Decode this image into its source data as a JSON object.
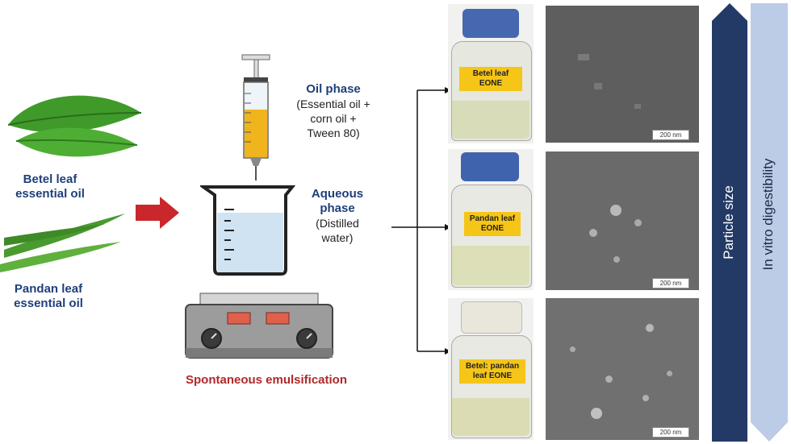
{
  "ingredients": {
    "betel": "Betel leaf\nessential oil",
    "pandan": "Pandan leaf\nessential oil"
  },
  "oil_phase": {
    "title": "Oil phase",
    "desc": "(Essential oil +\ncorn oil +\nTween 80)"
  },
  "aqueous_phase": {
    "title": "Aqueous\nphase",
    "desc": "(Distilled\nwater)"
  },
  "process_label": "Spontaneous emulsification",
  "samples": [
    {
      "jar_label": "Betel leaf\nEONE",
      "scale": "200 nm"
    },
    {
      "jar_label": "Pandan leaf\nEONE",
      "scale": "200 nm"
    },
    {
      "jar_label": "Betel: pandan\nleaf EONE",
      "scale": "200 nm"
    }
  ],
  "arrows": {
    "particle_size": "Particle size",
    "digestibility": "In vitro digestibility"
  },
  "colors": {
    "label_blue": "#1f3f7a",
    "process_red": "#b0282a",
    "jar_label_yellow": "#f5c518",
    "particle_arrow": "#233a66",
    "digest_arrow": "#bccbe6"
  }
}
